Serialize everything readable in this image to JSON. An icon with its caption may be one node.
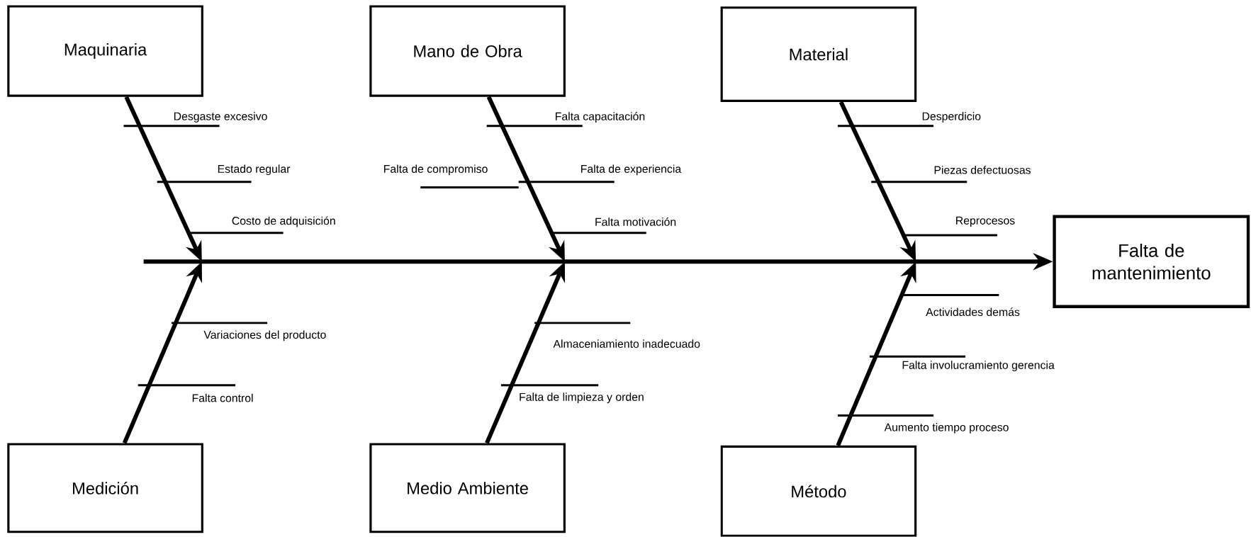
{
  "diagram": {
    "nodes": [
      {
        "text": [
          "Maquinaria"
        ]
      },
      {
        "text": [
          "Mano de Obra"
        ]
      },
      {
        "text": [
          "Material"
        ]
      },
      {
        "text": [
          "Medición"
        ]
      },
      {
        "text": [
          "Medio Ambiente"
        ]
      },
      {
        "text": [
          "Método"
        ]
      },
      {
        "text": [
          "Falta de mantenimiento"
        ]
      }
    ],
    "edges": [
      {
        "from": null,
        "to": 6,
        "arrow": "to"
      },
      {
        "from": 0,
        "to": null,
        "arrow": "to"
      },
      {
        "from": 1,
        "to": null,
        "arrow": "to"
      },
      {
        "from": 2,
        "to": null,
        "arrow": "to"
      },
      {
        "from": 3,
        "to": null,
        "arrow": "to"
      },
      {
        "from": 4,
        "to": null,
        "arrow": "to"
      },
      {
        "from": 5,
        "to": null,
        "arrow": "to"
      }
    ],
    "labels": [
      "Desgaste excesivo",
      "Estado regular",
      "Costo de adquisición",
      "Falta capacitación",
      "Falta de compromiso",
      "Falta de experiencia",
      "Falta motivación",
      "Desperdicio",
      "Piezas defectuosas",
      "Reprocesos",
      "Variaciones del producto",
      "Falta control",
      "Almaceniamiento inadecuado",
      "Falta de limpieza y orden",
      "Actividades demás",
      "Falta involucramiento gerencia",
      "Aumento tiempo proceso"
    ]
  }
}
